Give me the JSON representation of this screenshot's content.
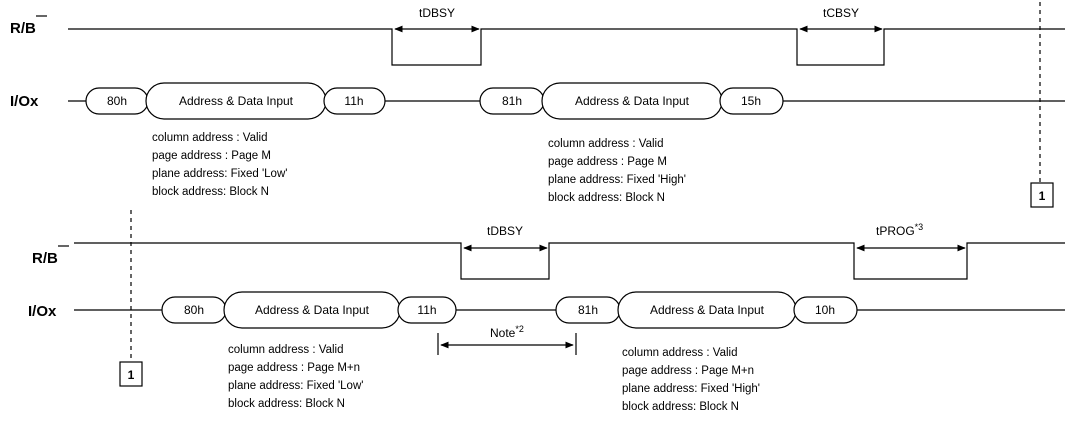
{
  "signals": {
    "rb": "R/B",
    "io": "I/Ox"
  },
  "top": {
    "cmd1": "80h",
    "data1": "Address & Data Input",
    "cmd2": "11h",
    "cmd3": "81h",
    "data2": "Address & Data Input",
    "cmd4": "15h",
    "t1": "tDBSY",
    "t2": "tCBSY",
    "notes1": [
      "column address : Valid",
      "page address : Page M",
      "plane address: Fixed 'Low'",
      "block address: Block N"
    ],
    "notes2": [
      "column address : Valid",
      "page address : Page M",
      "plane address: Fixed 'High'",
      "block address: Block N"
    ],
    "conn": "1"
  },
  "bottom": {
    "cmd1": "80h",
    "data1": "Address & Data Input",
    "cmd2": "11h",
    "cmd3": "81h",
    "data2": "Address & Data Input",
    "cmd4": "10h",
    "t1": "tDBSY",
    "t2": "tPROG",
    "t2_sup": "*3",
    "note": "Note",
    "note_sup": "*2",
    "notes1": [
      "column address : Valid",
      "page address : Page M+n",
      "plane address: Fixed 'Low'",
      "block address: Block N"
    ],
    "notes2": [
      "column address : Valid",
      "page address : Page M+n",
      "plane address: Fixed 'High'",
      "block address: Block N"
    ],
    "conn": "1"
  }
}
